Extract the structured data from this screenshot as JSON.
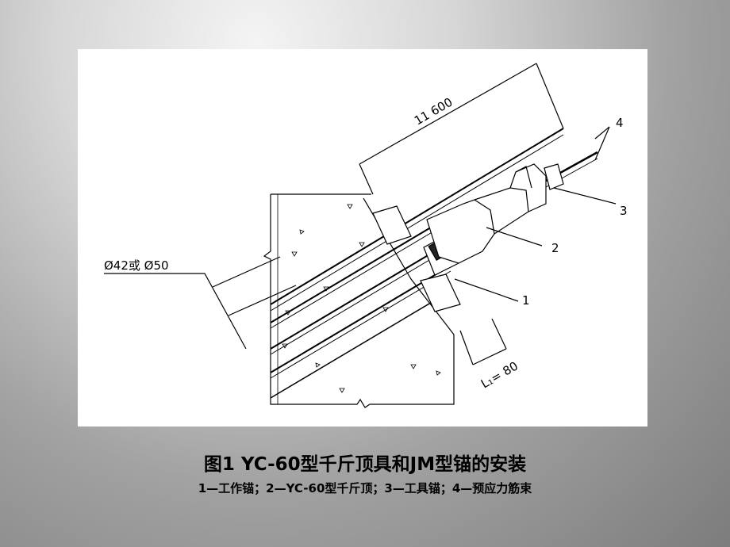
{
  "caption": {
    "title": "图1  YC-60型千斤顶具和JM型锚的安装",
    "legend": "1—工作锚；2—YC-60型千斤顶；3—工具锚；4—预应力筋束"
  },
  "diagram": {
    "dimension_top": "11 600",
    "dimension_bottom": "L₁= 80",
    "diameter_label": "Ø42或 Ø50",
    "callouts": [
      "1",
      "2",
      "3",
      "4"
    ]
  }
}
